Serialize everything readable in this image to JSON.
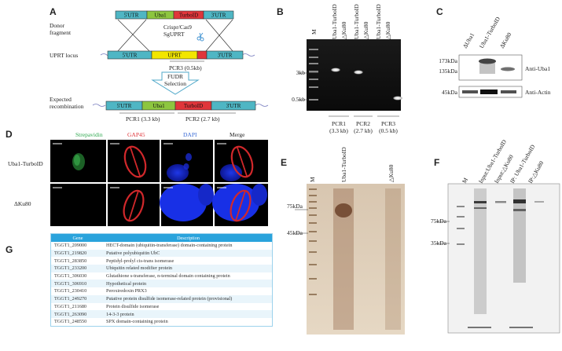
{
  "panel_letters": [
    "A",
    "B",
    "C",
    "D",
    "E",
    "F",
    "G"
  ],
  "panel_a": {
    "row_labels": [
      "Donor",
      "fragment",
      "UPRT locus",
      "Expected",
      "recombination"
    ],
    "donor_segments": [
      "5'UTR",
      "Uba1",
      "TurboID",
      "3'UTR"
    ],
    "locus_segments": [
      "5'UTR",
      "UPRT",
      "3'UTR"
    ],
    "recomb_segments": [
      "5'UTR",
      "Uba1",
      "TurboID",
      "3'UTR"
    ],
    "crispr": [
      "Crispr/Cas9",
      "SgUPRT"
    ],
    "pcr3": "PCR3 (0.5kb)",
    "fudr": [
      "FUDR",
      "Selection"
    ],
    "pcr1": "PCR1 (3.3 kb)",
    "pcr2": "PCR2 (2.7 kb)",
    "colors": {
      "utr": "#4fb6c4",
      "uba1": "#8dc63f",
      "turbo": "#e0353a",
      "uprt": "#f2e600"
    }
  },
  "panel_b": {
    "lane_labels": [
      "M",
      "Uba1-TurboID",
      "△Ku80",
      "Uba1-TurboID",
      "△Ku80",
      "Uba1-TurboID",
      "△Ku80"
    ],
    "markers": [
      "3kb",
      "0.5kb"
    ],
    "groups": [
      {
        "name": "PCR1",
        "size": "(3.3 kb)"
      },
      {
        "name": "PCR2",
        "size": "(2.7 kb)"
      },
      {
        "name": "PCR3",
        "size": "(0.5 kb)"
      }
    ]
  },
  "panel_c": {
    "lane_labels": [
      "ΔUba1",
      "Uba1-TurboID",
      "ΔKu80"
    ],
    "markers": [
      "173kDa",
      "135kDa",
      "45kDa"
    ],
    "blots": [
      "Anti-Uba1",
      "Anti-Actin"
    ]
  },
  "panel_d": {
    "columns": [
      "Strepavidin",
      "GAP45",
      "DAPI",
      "Merge"
    ],
    "column_colors": [
      "#2fa84f",
      "#e0353a",
      "#3a6bd6",
      "#222222"
    ],
    "rows": [
      "Uba1-TurboID",
      "ΔKu80"
    ]
  },
  "panel_e": {
    "lane_labels": [
      "M",
      "Uba1-TurboID",
      "△Ku80"
    ],
    "markers": [
      "75kDa",
      "45kDa"
    ]
  },
  "panel_f": {
    "lane_labels": [
      "M",
      "Input:Uba1-TurboID",
      "Input:△Ku80",
      "IP: Uba1-TurboID",
      "IP:△Ku80"
    ],
    "markers": [
      "75kDa",
      "35kDa"
    ]
  },
  "panel_g": {
    "header": {
      "gene": "Gene",
      "description": "Description"
    },
    "rows": [
      {
        "gene": "TGGT1_209000",
        "description": "HECT-domain (ubiquitin-transferase) domain-containing protein"
      },
      {
        "gene": "TGGT1_219820",
        "description": "Putative polyubiquitin UbC"
      },
      {
        "gene": "TGGT1_283850",
        "description": "Peptidyl-prolyl cis-trans isomerase"
      },
      {
        "gene": "TGGT1_233200",
        "description": "Ubiquitin related modifier protein"
      },
      {
        "gene": "TGGT1_306030",
        "description": "Glutathione s-transferase, n-terminal domain containing protein"
      },
      {
        "gene": "TGGT1_306910",
        "description": "Hypothetical protein"
      },
      {
        "gene": "TGGT1_230410",
        "description": "Peroxiredoxin PRX3"
      },
      {
        "gene": "TGGT1_249270",
        "description": "Putative protein disulfide isomerase-related protein (provisional)"
      },
      {
        "gene": "TGGT1_211680",
        "description": "Protein disulfide isomerase"
      },
      {
        "gene": "TGGT1_263090",
        "description": "14-3-3 protein"
      },
      {
        "gene": "TGGT1_248550",
        "description": "SPX domain-containing protein"
      }
    ]
  }
}
